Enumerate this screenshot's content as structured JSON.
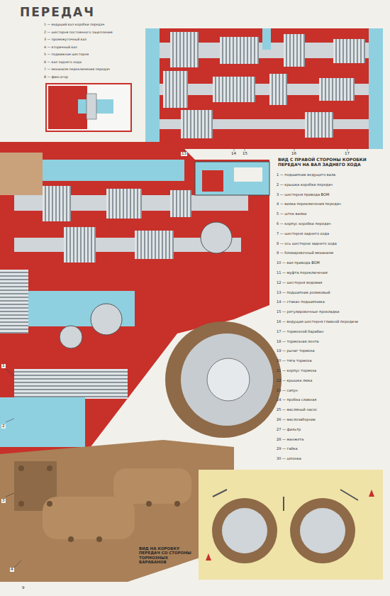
{
  "diagram": {
    "title": "ПЕРЕДАЧ",
    "labels": [
      "ВИД С ПРАВОЙ СТОРОНЫ КОРОБКИ ПЕРЕДАЧ НА ВАЛ ЗАДНЕГО ХОДА",
      "ВИД НА КОРОБКУ ПЕРЕДАЧ СО СТОРОНЫ ТОРМОЗНЫХ БАРАБАНОВ",
      "1 — ведущий вал коробки передач",
      "2 — шестерня постоянного зацепления",
      "3 — промежуточный вал",
      "4 — вторичный вал",
      "5 — подвижная шестерня",
      "6 — вал заднего хода",
      "7 — механизм переключения передач",
      "8 — фиксатор",
      "1 — подшипник ведущего вала",
      "2 — крышка коробки передач",
      "3 — шестерня привода ВОМ",
      "4 — вилка переключения передач",
      "5 — шток вилки",
      "6 — корпус коробки передач",
      "7 — шестерня заднего хода",
      "8 — ось шестерни заднего хода",
      "9 — блокировочный механизм",
      "10 — вал привода ВОМ",
      "11 — муфта переключения",
      "12 — шестерня ведомая",
      "13 — подшипник роликовый",
      "14 — стакан подшипника",
      "15 — регулировочные прокладки",
      "16 — ведущая шестерня главной передачи",
      "17 — тормозной барабан",
      "18 — тормозная лента",
      "19 — рычаг тормоза",
      "20 — тяга тормоза",
      "21 — корпус тормоза",
      "22 — крышка люка",
      "23 — сапун",
      "24 — пробка сливная",
      "25 — масляный насос",
      "26 — маслозаборник",
      "27 — фильтр",
      "28 — манжета",
      "29 — гайка",
      "30 — шпонка",
      "13",
      "14",
      "15",
      "16",
      "17",
      "1",
      "2",
      "3",
      "4",
      "9"
    ]
  }
}
